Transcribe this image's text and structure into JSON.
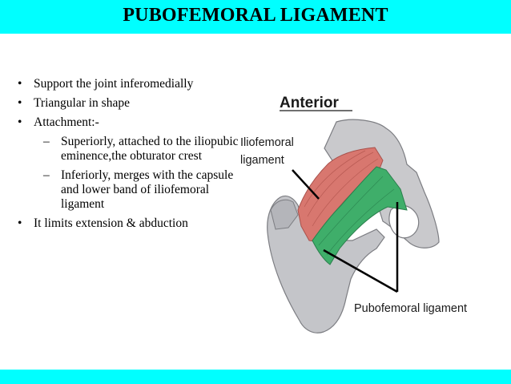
{
  "slide": {
    "title": "PUBOFEMORAL LIGAMENT",
    "bullets": [
      "Support  the joint inferomedially",
      "Triangular in shape",
      "Attachment:-",
      "It limits extension & abduction"
    ],
    "sub_bullets": [
      "Superiorly, attached to the iliopubic eminence,the obturator crest",
      "Inferiorly, merges with the capsule and lower band of iliofemoral ligament"
    ],
    "bullet_glyph": "•",
    "dash_glyph": "–"
  },
  "figure": {
    "heading": "Anterior",
    "label_iliofemoral_line1": "Iliofemoral",
    "label_iliofemoral_line2": "ligament",
    "label_pubofemoral": "Pubofemoral ligament"
  },
  "colors": {
    "bar": "#00ffff",
    "bone": "#c9c9cc",
    "bone_dark": "#8f9095",
    "iliofemoral": "#d8776f",
    "pubofemoral": "#3fae6a"
  }
}
